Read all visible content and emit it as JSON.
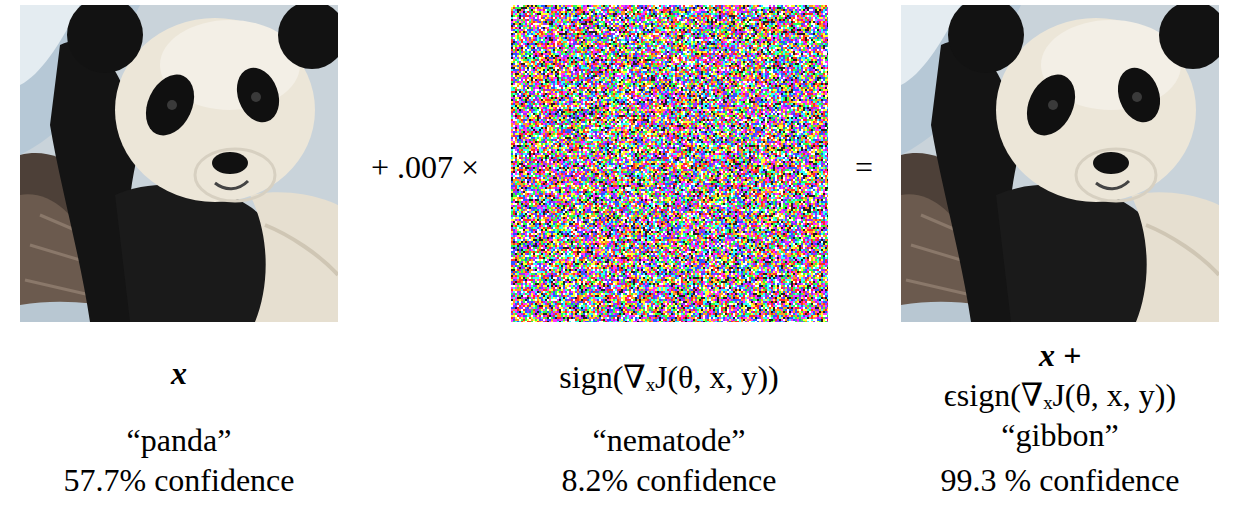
{
  "diagram": {
    "labels": [
      "x",
      "“panda”",
      "57.7% confidence",
      "+ .007 ×",
      "sign(∇ₓJ(θ, x, y))",
      "“nematode”",
      "8.2% confidence",
      "=",
      "x +",
      "ϵsign(∇ₓJ(θ, x, y))",
      "“gibbon”",
      "99.3 % confidence"
    ]
  }
}
